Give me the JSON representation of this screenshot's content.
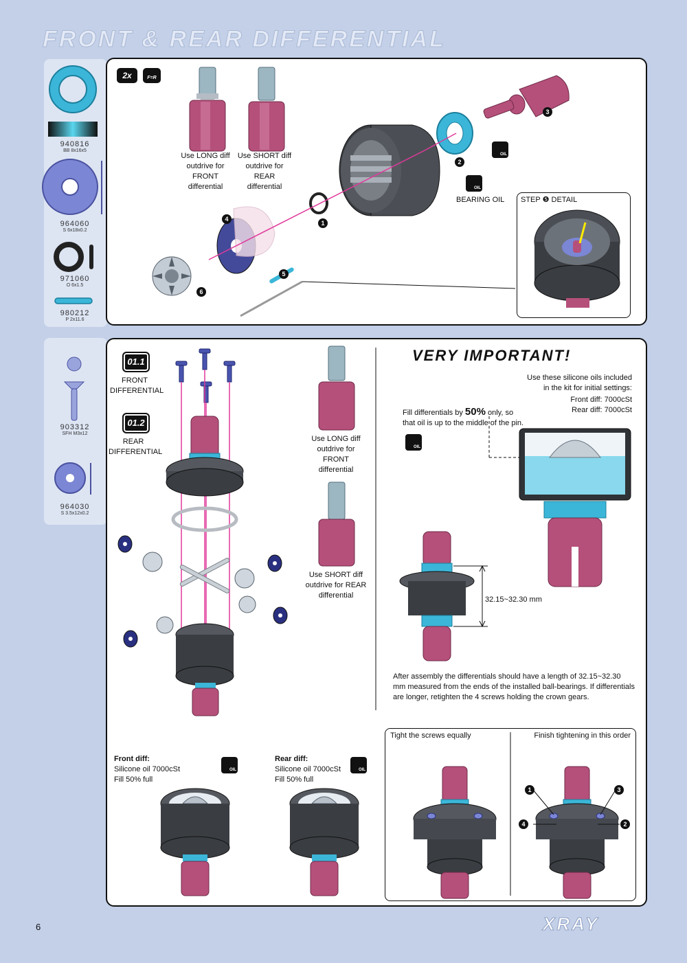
{
  "page": {
    "title": "FRONT & REAR DIFFERENTIAL",
    "page_number": "6",
    "brand": "XRAY"
  },
  "parts_top": [
    {
      "number": "940816",
      "desc": "BB 8x16x5"
    },
    {
      "number": "964060",
      "desc": "S 6x18x0.2"
    },
    {
      "number": "971060",
      "desc": "O 6x1.5"
    },
    {
      "number": "980212",
      "desc": "P 2x11.6"
    }
  ],
  "parts_bottom": [
    {
      "number": "903312",
      "desc": "SFH M3x12"
    },
    {
      "number": "964030",
      "desc": "S 3.5x12x0.2"
    }
  ],
  "step1": {
    "qty_badge": "2x",
    "fr_badge": "F=R",
    "long_label": "Use LONG diff outdrive for FRONT differential",
    "short_label": "Use SHORT diff outdrive for REAR differential",
    "bearing_oil": "BEARING OIL",
    "oil_icon": "OIL",
    "detail_label": "STEP ❺ DETAIL",
    "callouts": [
      "1",
      "2",
      "3",
      "4",
      "5",
      "6"
    ]
  },
  "step2": {
    "badge_front": "01.1",
    "label_front": "FRONT DIFFERENTIAL",
    "badge_rear": "01.2",
    "label_rear": "REAR DIFFERENTIAL",
    "long_label": "Use LONG diff outdrive for FRONT differential",
    "short_label": "Use SHORT diff outdrive for REAR differential",
    "very_important": "VERY IMPORTANT!",
    "oils_text": "Use these silicone oils included in the kit for initial settings:",
    "front_oil": "Front diff: 7000cSt",
    "rear_oil": "Rear diff: 7000cSt",
    "fill_pre": "Fill differentials by ",
    "fill_pct": "50%",
    "fill_post": " only, so that oil is up to the middle of the pin.",
    "length": "32.15~32.30 mm",
    "assembly_note": "After assembly the differentials should have a length of 32.15~32.30 mm measured from the ends of the installed ball-bearings. If differentials are longer, retighten the 4 screws holding the crown gears.",
    "front_title": "Front diff:",
    "front_line1": "Silicone oil 7000cSt",
    "front_line2": "Fill 50% full",
    "rear_title": "Rear diff:",
    "rear_line1": "Silicone oil 7000cSt",
    "rear_line2": "Fill 50% full",
    "tighten_equal": "Tight the screws equally",
    "tighten_order": "Finish tightening in this order",
    "order_numbers": [
      "1",
      "2",
      "3",
      "4"
    ]
  },
  "colors": {
    "pink": "#b5507a",
    "cyan": "#3bb6d8",
    "dark": "#3a3d42",
    "washer": "#7b86d4",
    "magenta": "#e0399a"
  }
}
